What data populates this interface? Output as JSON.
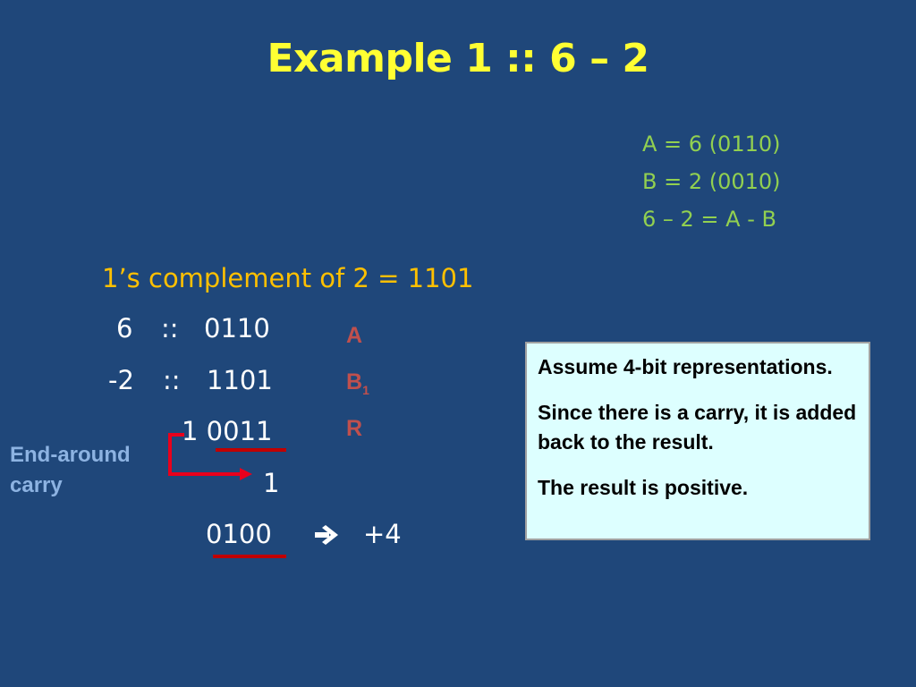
{
  "title": "Example 1  ::  6 – 2",
  "given": {
    "line1": "A = 6  (0110)",
    "line2": "B = 2  (0010)",
    "line3": "6 – 2 = A - B"
  },
  "complement_line": "1’s complement of 2  =  1101",
  "calc": {
    "row1_num": "6",
    "row1_sep": "::",
    "row1_bin": "0110",
    "row2_num": "-2",
    "row2_sep": "::",
    "row2_bin": "1101",
    "sum": "1 0011",
    "carry": "1",
    "result": "0100",
    "arrow_icon": "right-arrow-icon",
    "result_value": "+4"
  },
  "registers": {
    "a": "A",
    "b": "B",
    "b_sub": "1",
    "r": "R"
  },
  "end_around": {
    "line1": "End-around",
    "line2": "carry"
  },
  "note": {
    "p1": "Assume 4-bit representations.",
    "p2": "Since there is a carry, it is added back to the result.",
    "p3": "The result is positive."
  },
  "colors": {
    "background": "#1f477a",
    "title": "#ffff33",
    "given": "#92d050",
    "complement": "#ffc000",
    "register": "#c0504d",
    "annotation": "#8db3e2",
    "bracket": "#e8001c",
    "note_bg": "#ddffff"
  }
}
